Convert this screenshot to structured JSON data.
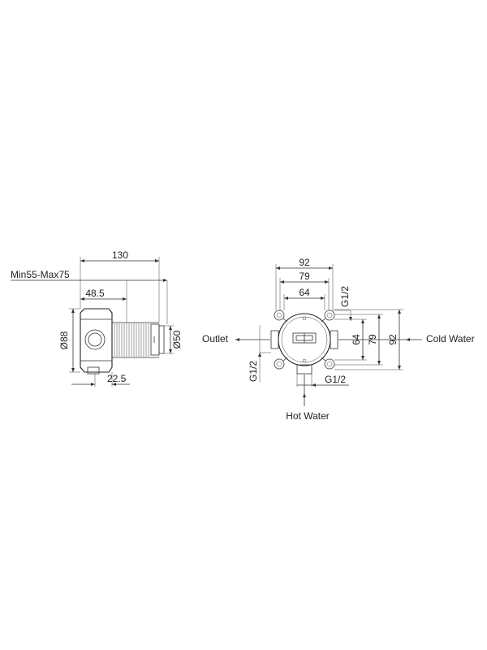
{
  "side_view": {
    "dim_130": "130",
    "dim_min_max": "Min55-Max75",
    "dim_48_5": "48.5",
    "dim_dia88": "Ø88",
    "dim_dia50": "Ø50",
    "dim_22_5": "22.5"
  },
  "front_view": {
    "dim_top_92": "92",
    "dim_top_79": "79",
    "dim_top_64": "64",
    "dim_right_64": "64",
    "dim_right_79": "79",
    "dim_right_92": "92",
    "thread_top_right": "G1/2",
    "thread_left": "G1/2",
    "thread_bottom": "G1/2",
    "label_outlet": "Outlet",
    "label_cold_water": "Cold Water",
    "label_hot_water": "Hot Water"
  },
  "colors": {
    "line": "#333333",
    "text": "#222222",
    "background": "#ffffff"
  }
}
